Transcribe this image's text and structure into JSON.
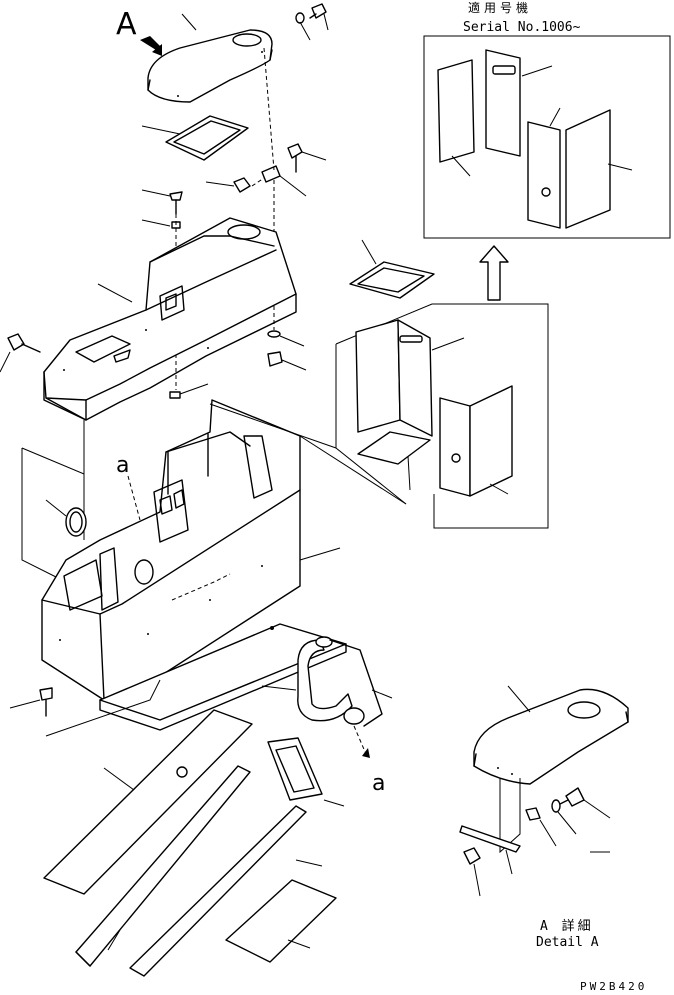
{
  "view_marker": "A",
  "section_marker_top": "a",
  "section_marker_bottom": "a",
  "serial_label_jp": "適用号機",
  "serial_label": "Serial No.1006~",
  "detail_label_jp": "A 詳細",
  "detail_label": "Detail A",
  "drawing_code": "PW2B420"
}
